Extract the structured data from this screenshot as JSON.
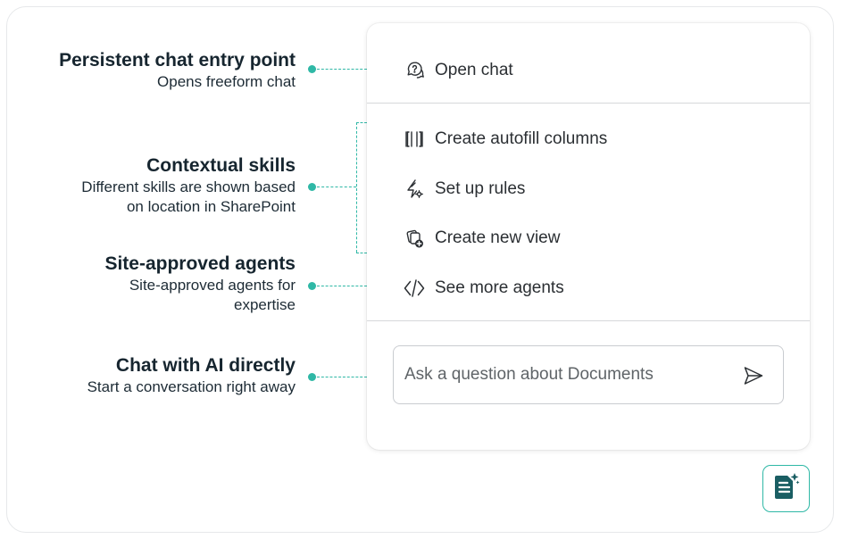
{
  "annotations": [
    {
      "title": "Persistent chat entry point",
      "desc": [
        "Opens freeform chat"
      ]
    },
    {
      "title": "Contextual skills",
      "desc": [
        "Different skills are shown based",
        "on location in SharePoint"
      ]
    },
    {
      "title": "Site-approved agents",
      "desc": [
        "Site-approved agents for",
        "expertise"
      ]
    },
    {
      "title": "Chat with AI directly",
      "desc": [
        "Start a conversation right away"
      ]
    }
  ],
  "panel": {
    "open_chat": {
      "label": "Open chat",
      "icon": "chat-question-icon"
    },
    "skills": [
      {
        "label": "Create autofill columns",
        "icon": "autofill-columns-icon"
      },
      {
        "label": "Set up rules",
        "icon": "rules-icon"
      },
      {
        "label": "Create new view",
        "icon": "new-view-icon"
      }
    ],
    "agents": {
      "label": "See more agents",
      "icon": "agents-icon"
    },
    "ask": {
      "placeholder": "Ask a question about Documents",
      "send_icon": "send-icon"
    }
  },
  "copilot_button": {
    "icon": "copilot-icon"
  },
  "colors": {
    "accent": "#2fb8a6",
    "text": "#1b2a33",
    "copilot": "#1a5e63"
  }
}
